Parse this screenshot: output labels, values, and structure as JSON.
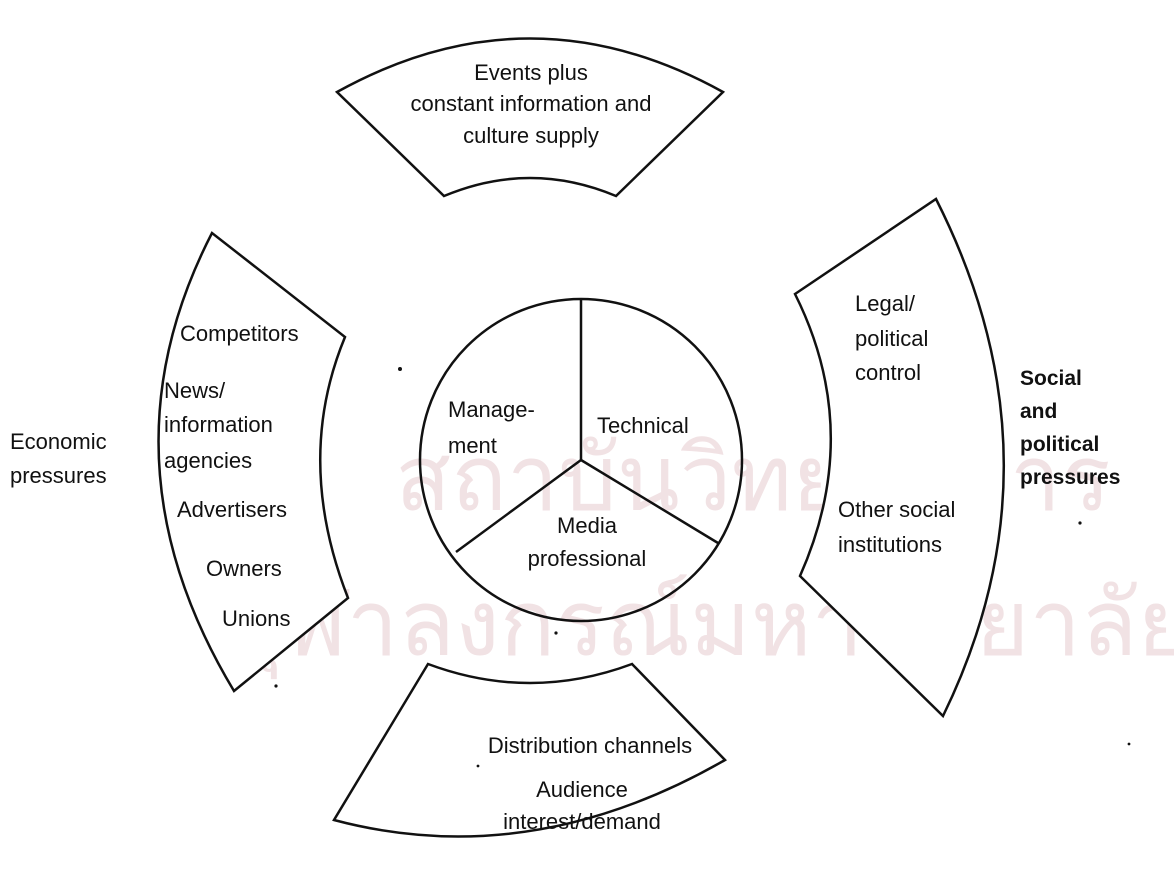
{
  "watermark": {
    "line1": "สถาบันวิทยบริการ",
    "line2": "จุฬาลงกรณ์มหาวิทยาลัย"
  },
  "top_segment": {
    "line1": "Events plus",
    "line2": "constant information and",
    "line3": "culture supply"
  },
  "left_segment": {
    "items": [
      "Competitors",
      "News/",
      "information",
      "agencies",
      "Advertisers",
      "Owners",
      "Unions"
    ]
  },
  "right_segment": {
    "items": [
      "Legal/",
      "political",
      "control",
      "Other social",
      "institutions"
    ]
  },
  "bottom_segment": {
    "line1": "Distribution  channels",
    "line2": "Audience",
    "line3": "interest/demand"
  },
  "center_circle": {
    "management": [
      "Manage-",
      "ment"
    ],
    "technical": "Technical",
    "media_professional": [
      "Media",
      "professional"
    ]
  },
  "side_labels": {
    "left": [
      "Economic",
      "pressures"
    ],
    "right": [
      "Social",
      "and",
      "political",
      "pressures"
    ]
  },
  "colors": {
    "stroke": "#111111",
    "watermark": "#f1e2e4"
  }
}
